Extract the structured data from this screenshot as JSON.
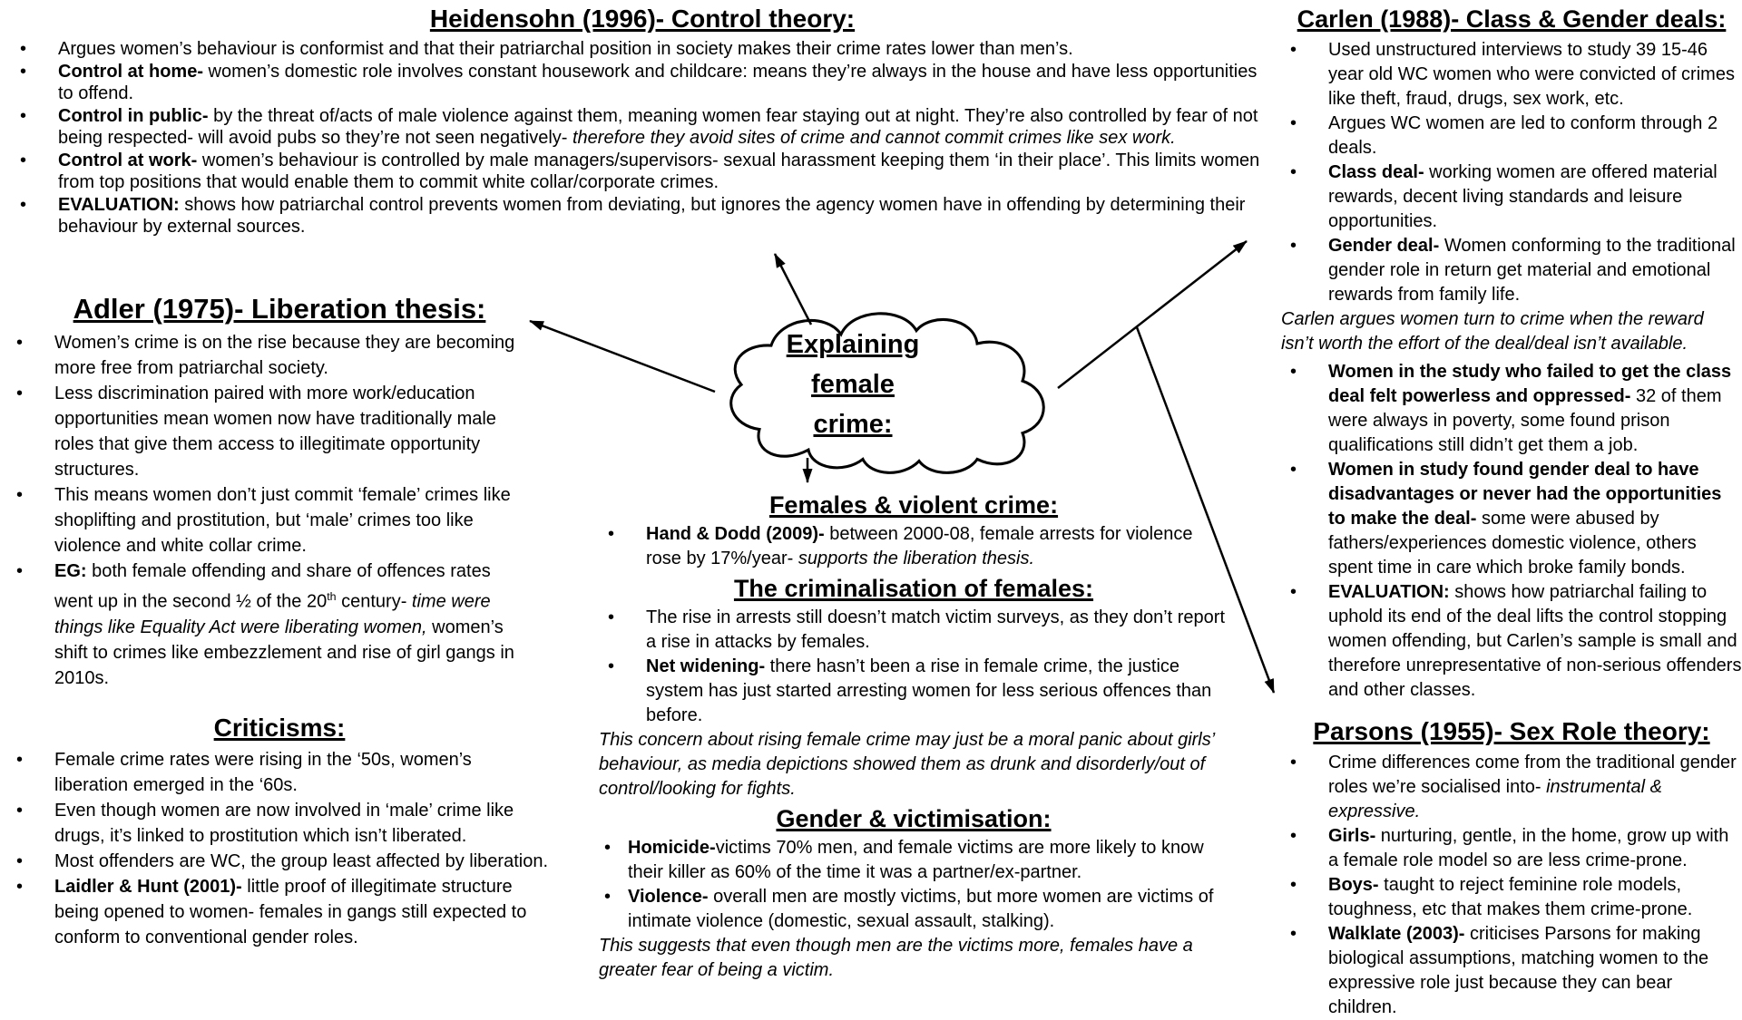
{
  "page": {
    "background": "#ffffff",
    "text_color": "#000000",
    "accent": "#000000"
  },
  "cloud": {
    "lines": [
      "Explaining",
      "female",
      "crime:"
    ]
  },
  "sections": {
    "heidensohn": {
      "title": "Heidensohn (1996)- Control theory:",
      "bullets": [
        [
          {
            "t": "Argues women’s behaviour is conformist and that their patriarchal position in society makes their crime rates lower than men’s."
          }
        ],
        [
          {
            "b": "Control at home-"
          },
          {
            "t": " women’s domestic role involves constant housework and childcare: means they’re always in the house and have less opportunities to offend."
          }
        ],
        [
          {
            "b": "Control in public-"
          },
          {
            "t": " by the threat of/acts of male violence against them, meaning women fear staying out at night. They’re also controlled by fear of not being respected- will avoid pubs so they’re not seen negatively- "
          },
          {
            "i": "therefore they avoid sites of crime and cannot commit crimes like sex work."
          }
        ],
        [
          {
            "b": "Control at work-"
          },
          {
            "t": " women’s behaviour is controlled by male managers/supervisors- sexual harassment keeping them ‘in their place’. This limits women from top positions that would enable them to commit white collar/corporate crimes."
          }
        ],
        [
          {
            "b": "EVALUATION:"
          },
          {
            "t": " shows how patriarchal control prevents women from deviating, but ignores the agency women have in offending by determining their behaviour by external sources."
          }
        ]
      ]
    },
    "carlen": {
      "title": "Carlen (1988)- Class & Gender deals:",
      "bullets_top": [
        [
          {
            "t": "Used unstructured interviews to study 39 15-46 year old WC women who were convicted of crimes like theft, fraud, drugs, sex work, etc."
          }
        ],
        [
          {
            "t": "Argues WC women are led to conform through 2 deals."
          }
        ],
        [
          {
            "b": "Class deal-"
          },
          {
            "t": " working women are offered material rewards, decent living standards and leisure opportunities."
          }
        ],
        [
          {
            "b": "Gender deal-"
          },
          {
            "t": " Women conforming to the traditional gender role in return get material and emotional rewards from family life."
          }
        ]
      ],
      "note": [
        {
          "i": "Carlen argues women turn to crime when the reward isn’t worth the effort of the deal/deal isn’t available."
        }
      ],
      "bullets_bottom": [
        [
          {
            "b": "Women in the study who failed to get the class deal felt powerless and oppressed-"
          },
          {
            "t": " 32 of them were always in poverty, some found prison qualifications still didn’t get them a job."
          }
        ],
        [
          {
            "b": "Women in study found gender deal to have disadvantages or never had the opportunities to make the deal-"
          },
          {
            "t": " some were abused by fathers/experiences domestic violence, others spent time in care which broke family bonds."
          }
        ],
        [
          {
            "b": "EVALUATION:"
          },
          {
            "t": " shows how patriarchal failing to uphold its end of the deal lifts the control stopping women offending, but Carlen’s sample is small and therefore unrepresentative of non-serious offenders and other classes."
          }
        ]
      ]
    },
    "adler": {
      "title": "Adler (1975)- Liberation thesis:",
      "bullets": [
        [
          {
            "t": "Women’s crime is on the rise because they are becoming more free from patriarchal society."
          }
        ],
        [
          {
            "t": "Less discrimination paired with more work/education opportunities mean women now have traditionally male roles that give them access to illegitimate opportunity structures."
          }
        ],
        [
          {
            "t": "This means women don’t just commit ‘female’ crimes like shoplifting and prostitution, but ‘male’ crimes too like violence and white collar crime."
          }
        ],
        [
          {
            "b": "EG:"
          },
          {
            "t": " both female offending and share of offences rates went up in the second ½ of the 20"
          },
          {
            "sup": "th"
          },
          {
            "t": " century- "
          },
          {
            "i": "time were things like Equality Act were liberating women,"
          },
          {
            "t": " women’s shift to crimes like embezzlement and rise of girl gangs in 2010s."
          }
        ]
      ]
    },
    "criticisms": {
      "title": "Criticisms:",
      "bullets": [
        [
          {
            "t": "Female crime rates were rising in the ‘50s, women’s liberation emerged in the ‘60s."
          }
        ],
        [
          {
            "t": "Even though women are now involved in ‘male’ crime like drugs, it’s linked to prostitution which isn’t liberated."
          }
        ],
        [
          {
            "t": "Most offenders are WC, the group least affected by liberation."
          }
        ],
        [
          {
            "b": "Laidler & Hunt (2001)-"
          },
          {
            "t": " little proof of illegitimate structure being opened to women- females in gangs still expected to conform to conventional gender roles."
          }
        ]
      ]
    },
    "females_violent": {
      "title": "Females & violent crime:",
      "bullets": [
        [
          {
            "b": "Hand & Dodd (2009)-"
          },
          {
            "t": " between 2000-08, female arrests for violence rose by 17%/year- "
          },
          {
            "i": "supports the liberation thesis."
          }
        ]
      ]
    },
    "criminalisation": {
      "title": "The criminalisation of females:",
      "bullets": [
        [
          {
            "t": "The rise in arrests still doesn’t match victim surveys, as they don’t report a rise in attacks by females."
          }
        ],
        [
          {
            "b": "Net widening-"
          },
          {
            "t": " there hasn’t been a rise in female crime, the justice system has just started arresting women for less serious offences than before."
          }
        ]
      ],
      "note": [
        {
          "i": "This concern about rising female crime may just be a moral panic about girls’ behaviour, as media depictions showed them as drunk and disorderly/out of control/looking for fights."
        }
      ]
    },
    "gender_victimisation": {
      "title": "Gender & victimisation:",
      "bullets": [
        [
          {
            "b": "Homicide-"
          },
          {
            "t": "victims 70% men, and female victims are more likely to know their killer as 60% of the time it was a partner/ex-partner."
          }
        ],
        [
          {
            "b": "Violence-"
          },
          {
            "t": " overall men are mostly victims, but more women are victims of intimate violence (domestic, sexual assault, stalking)."
          }
        ]
      ],
      "note": [
        {
          "i": "This suggests that even though men are the victims more, females have a greater fear of being a victim."
        }
      ]
    },
    "parsons": {
      "title": "Parsons (1955)- Sex Role theory:",
      "bullets": [
        [
          {
            "t": "Crime differences come from the traditional gender roles we’re socialised into- "
          },
          {
            "i": "instrumental & expressive."
          }
        ],
        [
          {
            "b": "Girls-"
          },
          {
            "t": " nurturing, gentle, in the home, grow up with a female role model so are less crime-prone."
          }
        ],
        [
          {
            "b": "Boys-"
          },
          {
            "t": " taught to reject feminine role models, toughness, etc that makes them crime-prone."
          }
        ],
        [
          {
            "b": "Walklate (2003)-"
          },
          {
            "t": " criticises Parsons for making biological assumptions, matching women to the expressive role just because they can bear children."
          }
        ]
      ]
    }
  }
}
